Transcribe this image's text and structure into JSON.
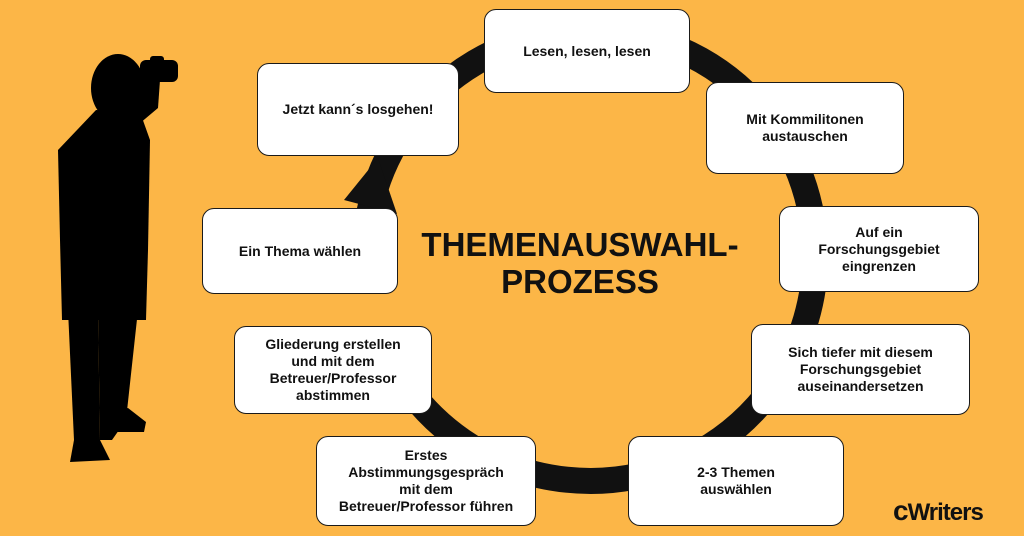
{
  "colors": {
    "background": "#fcb647",
    "cycle": "#111111",
    "box": "#ffffff",
    "text": "#111111"
  },
  "icons": {
    "person": "person-with-binoculars-silhouette",
    "arrow": "cycle-arrow"
  },
  "title": {
    "line1": "THEMENAUSWAHL-",
    "line2": "PROZESS"
  },
  "steps": [
    {
      "label": "Lesen, lesen, lesen"
    },
    {
      "label": "Mit Kommilitonen\naustauschen"
    },
    {
      "label": "Auf ein\nForschungsgebiet\neingrenzen"
    },
    {
      "label": "Sich tiefer mit diesem\nForschungsgebiet\nauseinandersetzen"
    },
    {
      "label": "2-3 Themen\nauswählen"
    },
    {
      "label": "Erstes\nAbstimmungsgespräch\nmit dem\nBetreuer/Professor führen"
    },
    {
      "label": "Gliederung erstellen\nund mit dem\nBetreuer/Professor\nabstimmen"
    },
    {
      "label": "Ein Thema wählen"
    },
    {
      "label": "Jetzt kann´s losgehen!"
    }
  ],
  "logo": {
    "text": "Writers",
    "mark": "c"
  }
}
